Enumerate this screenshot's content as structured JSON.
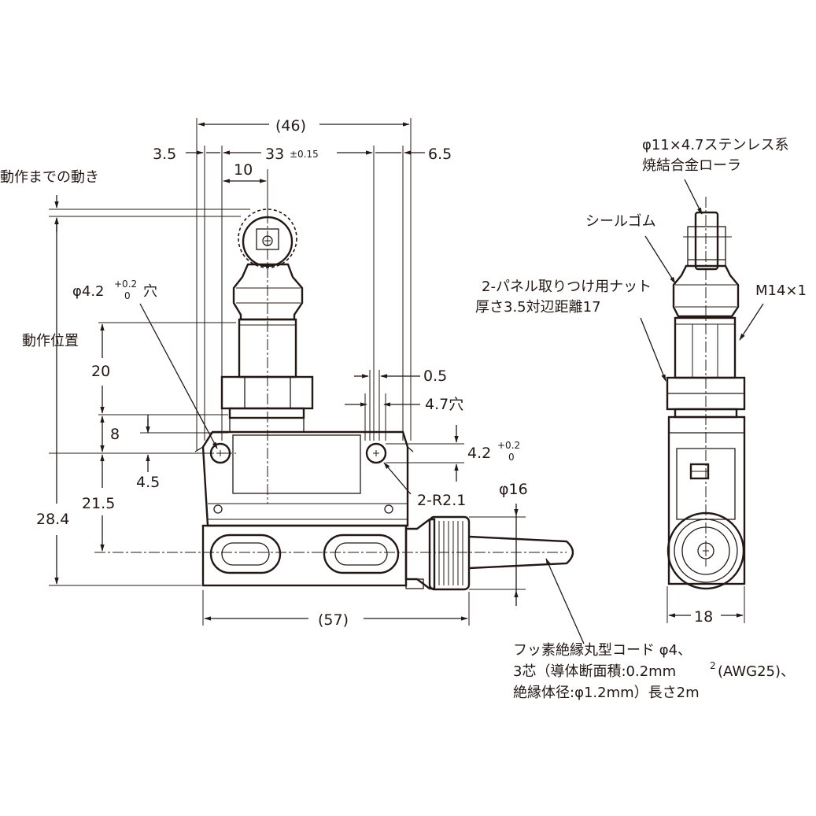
{
  "dimensions": {
    "overall_width": "(46)",
    "left_offset": "3.5",
    "pitch": "33",
    "pitch_tolerance": "±0.15",
    "right_offset": "6.5",
    "roller_offset": "10",
    "hole_offset": "0.5",
    "hole_slot": "4.7穴",
    "hole_size": "4.2",
    "hole_tol_plus": "+0.2",
    "hole_tol_zero": "0",
    "radius": "2-R2.1",
    "cord_dia": "φ16",
    "op_height": "20",
    "h8": "8",
    "h45": "4.5",
    "h215": "21.5",
    "h284": "28.4",
    "body_length": "(57)",
    "side_width": "18"
  },
  "labels": {
    "pretravel": "動作までの動き",
    "operating_position": "動作位置",
    "mount_hole_dia": "φ4.2",
    "mount_hole_plus": "+0.2",
    "mount_hole_zero": "0",
    "mount_hole_suffix": "穴",
    "roller_line1": "φ11×4.7ステンレス系",
    "roller_line2": "焼結合金ローラ",
    "seal_rubber": "シールゴム",
    "nut_line1": "2-パネル取りつけ用ナット",
    "nut_line2": "厚さ3.5対辺距離17",
    "thread": "M14×1",
    "cord_line1": "フッ素絶縁丸型コード φ4、",
    "cord_line2_a": "3芯（導体断面積:0.2mm",
    "cord_line2_sup": "2",
    "cord_line2_b": "(AWG25)、",
    "cord_line3": "絶縁体径:φ1.2mm）長さ2m"
  }
}
